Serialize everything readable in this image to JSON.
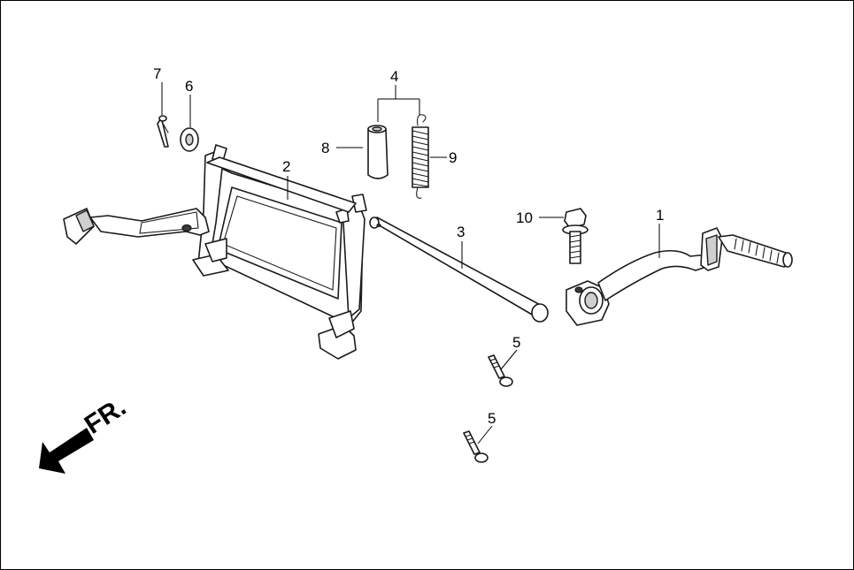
{
  "diagram": {
    "callouts": [
      {
        "id": "c1",
        "label": "1"
      },
      {
        "id": "c2",
        "label": "2"
      },
      {
        "id": "c3",
        "label": "3"
      },
      {
        "id": "c4",
        "label": "4"
      },
      {
        "id": "c5a",
        "label": "5"
      },
      {
        "id": "c5b",
        "label": "5"
      },
      {
        "id": "c6",
        "label": "6"
      },
      {
        "id": "c7",
        "label": "7"
      },
      {
        "id": "c8",
        "label": "8"
      },
      {
        "id": "c9",
        "label": "9"
      },
      {
        "id": "c10",
        "label": "10"
      }
    ],
    "direction_label": "FR."
  }
}
